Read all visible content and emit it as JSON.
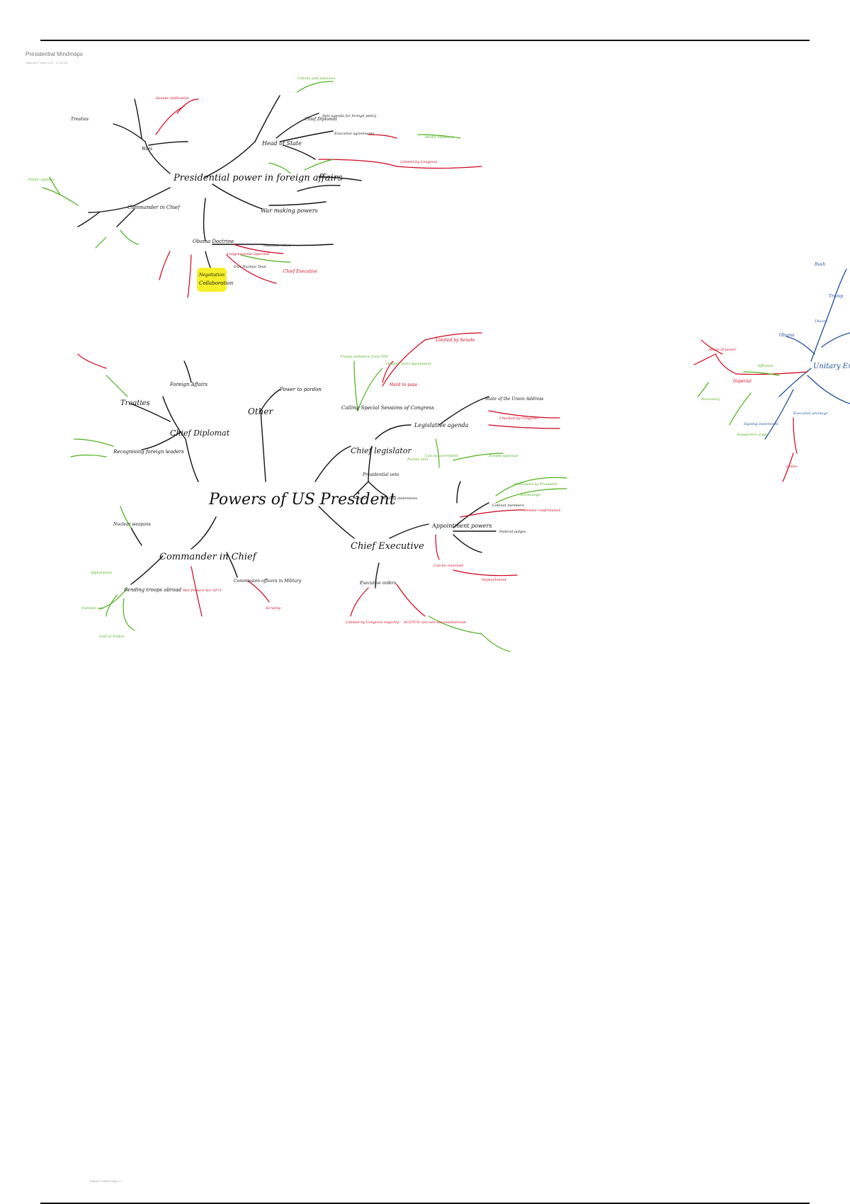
{
  "page": {
    "title": "Presidential Mindmaps",
    "subtitle": "Saturday 4 June 2022 · 11:50 AM",
    "footer": "Edexcel Politics Paper 3"
  },
  "colors": {
    "black": "#111111",
    "red": "#d0021b",
    "green": "#4cb01b",
    "blue": "#1f4e9c",
    "highlight": "#f5f02a"
  },
  "map1": {
    "center": "Presidential power in foreign affairs",
    "branches": {
      "head_of_state": "Head of State",
      "commander": "Commander in Chief",
      "chief_diplomat": "Chief Diplomat",
      "war_making": "War making powers",
      "treaties": "Treaties",
      "wars": "Wars",
      "other": "Obama Doctrine",
      "chief_exec": "Chief Executive"
    },
    "notes": {
      "n1": "Sets agenda for foreign policy",
      "n2": "Executive agreements",
      "n3": "Checks and balances",
      "n4": "Limited by Congress",
      "n5": "Multilateralism",
      "n6": "Negotiation",
      "n7": "Collaboration",
      "n8": "Iran Nuclear Deal",
      "n9": "Senate ratification",
      "n10": "Congressional approval",
      "n11": "Public opinion",
      "n12": "Media influence"
    }
  },
  "map2": {
    "center": "Powers of US President",
    "branches": {
      "chief_diplomat": "Chief Diplomat",
      "chief_legislator": "Chief legislator",
      "commander": "Commander in Chief",
      "chief_executive": "Chief Executive",
      "other": "Other"
    },
    "subs": {
      "treaties": "Treaties",
      "foreign_affairs": "Foreign Affairs",
      "recognising": "Recognising foreign leaders",
      "pardon": "Power to pardon",
      "calling_sessions": "Calling Special Sessions of Congress",
      "agenda": "Legislative agenda",
      "state_of_union": "State of the Union Address",
      "presidential_veto": "Presidential veto",
      "vetoes": "Vetoes",
      "signing": "Signing statements",
      "appointment": "Appointment powers",
      "cabinet": "Cabinet members",
      "federal_judges": "Federal judges",
      "executive_orders": "Executive orders",
      "military": "Commission officers in Military",
      "sending_troops": "Sending troops abroad",
      "nuclear": "Nuclear weapons"
    },
    "notes": {
      "g1": "Trump withdrew from TPP",
      "g2": "Obama: Paris Agreement",
      "g3": "Can be overridden",
      "g4": "Senate approval",
      "g5": "Pocket veto",
      "g6": "Nominated by President",
      "g7": "Kavanaugh",
      "g8": "Afghanistan",
      "g9": "Vietnam war",
      "g10": "Gulf of Tonkin",
      "r1": "Limited by Senate",
      "r2": "Hard to pass",
      "r3": "Checked by Congress",
      "r4": "War Powers Act 1973",
      "r5": "Scrutiny",
      "r6": "Senate confirmation",
      "r7": "Can be reversed",
      "r8": "Impeachment",
      "r9": "Limited by Congress majority",
      "r10": "SCOTUS can rule unconstitutional"
    }
  },
  "map3": {
    "center": "Unitary Executive",
    "notes": {
      "b1": "Bush",
      "b2": "Trump",
      "b3": "Obama",
      "b4": "Signing statements",
      "b5": "Executive privilege",
      "b6": "Theory",
      "r1": "Imperial",
      "r2": "Abuse of power",
      "r3": "Limits",
      "g1": "Supporters argue",
      "g2": "Necessary",
      "g3": "Efficient"
    }
  }
}
